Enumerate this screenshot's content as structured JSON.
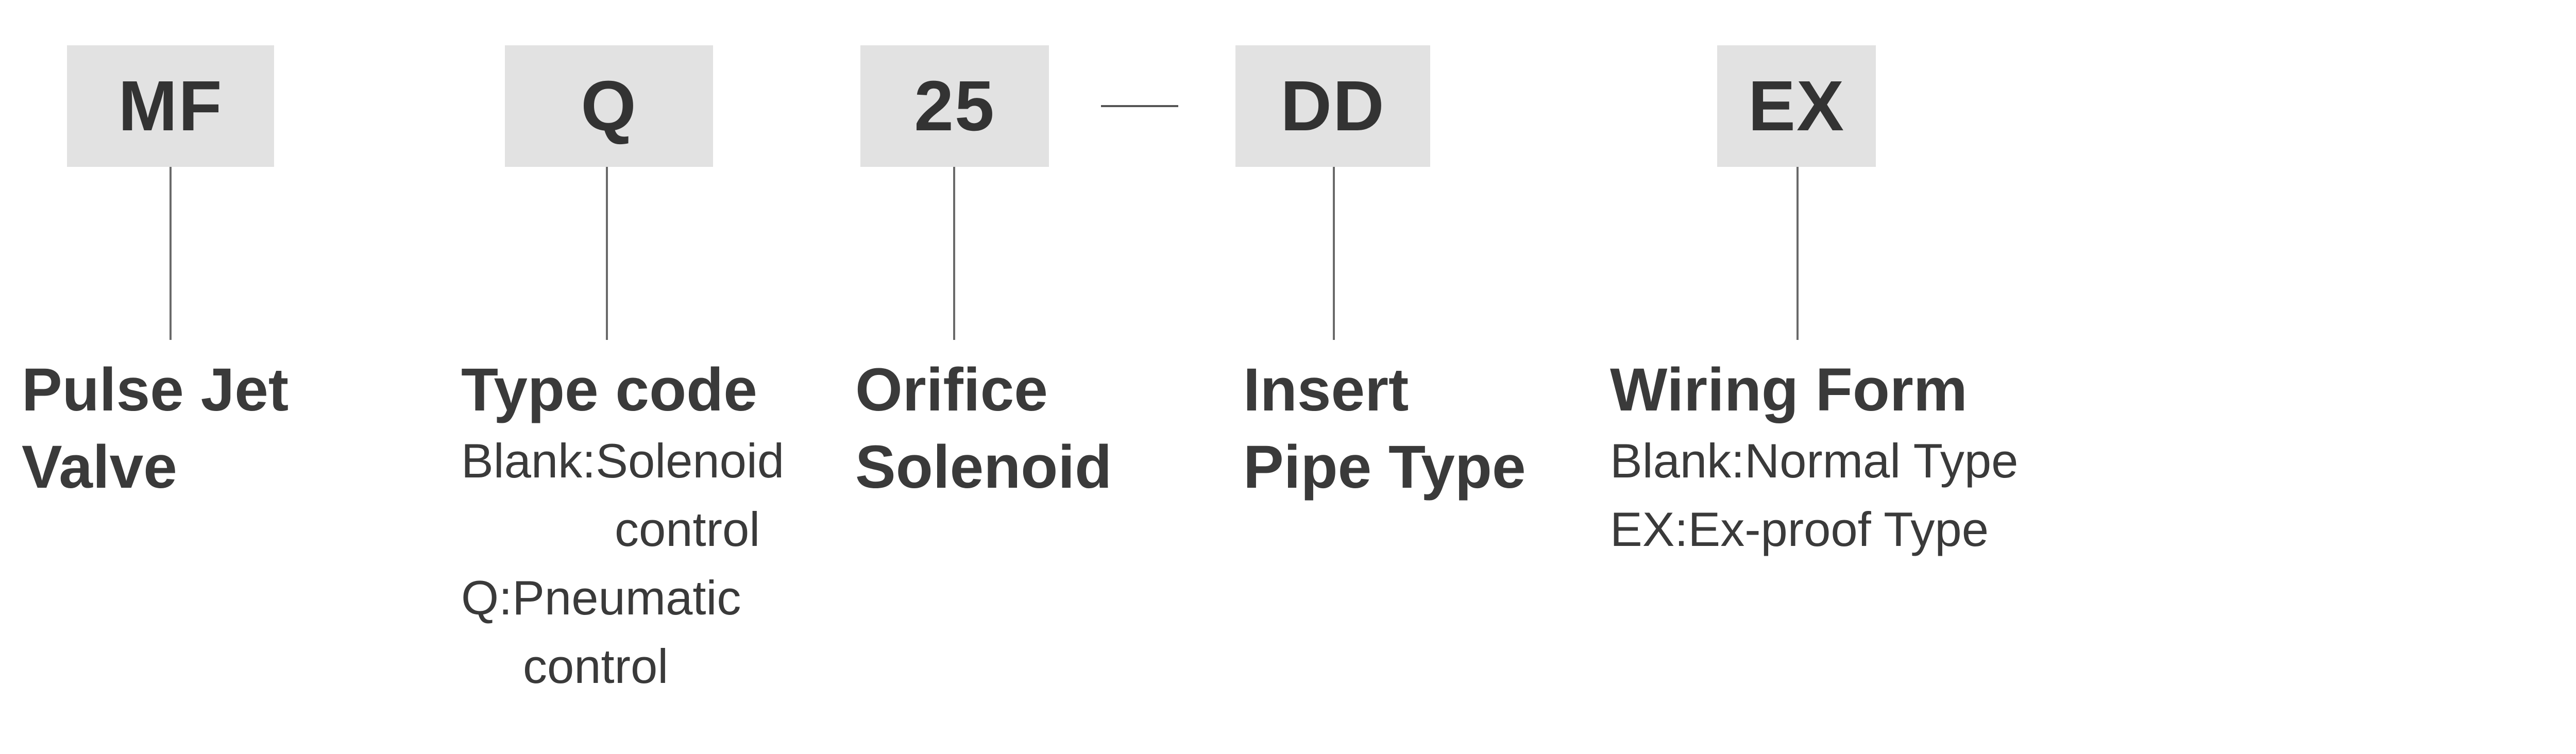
{
  "codes": {
    "mf": "MF",
    "q": "Q",
    "orifice": "25",
    "dd": "DD",
    "ex": "EX"
  },
  "separator": "—",
  "labels": {
    "pulse_jet": [
      "Pulse Jet",
      "Valve"
    ],
    "type_code": "Type code",
    "orifice": [
      "Orifice",
      "Solenoid"
    ],
    "insert": [
      "Insert",
      "Pipe Type"
    ],
    "wiring": "Wiring Form"
  },
  "type_code_desc": [
    "Blank:Solenoid",
    "control",
    "Q:Pneumatic",
    "control"
  ],
  "wiring_desc": [
    "Blank:Normal Type",
    "EX:Ex-proof Type"
  ]
}
